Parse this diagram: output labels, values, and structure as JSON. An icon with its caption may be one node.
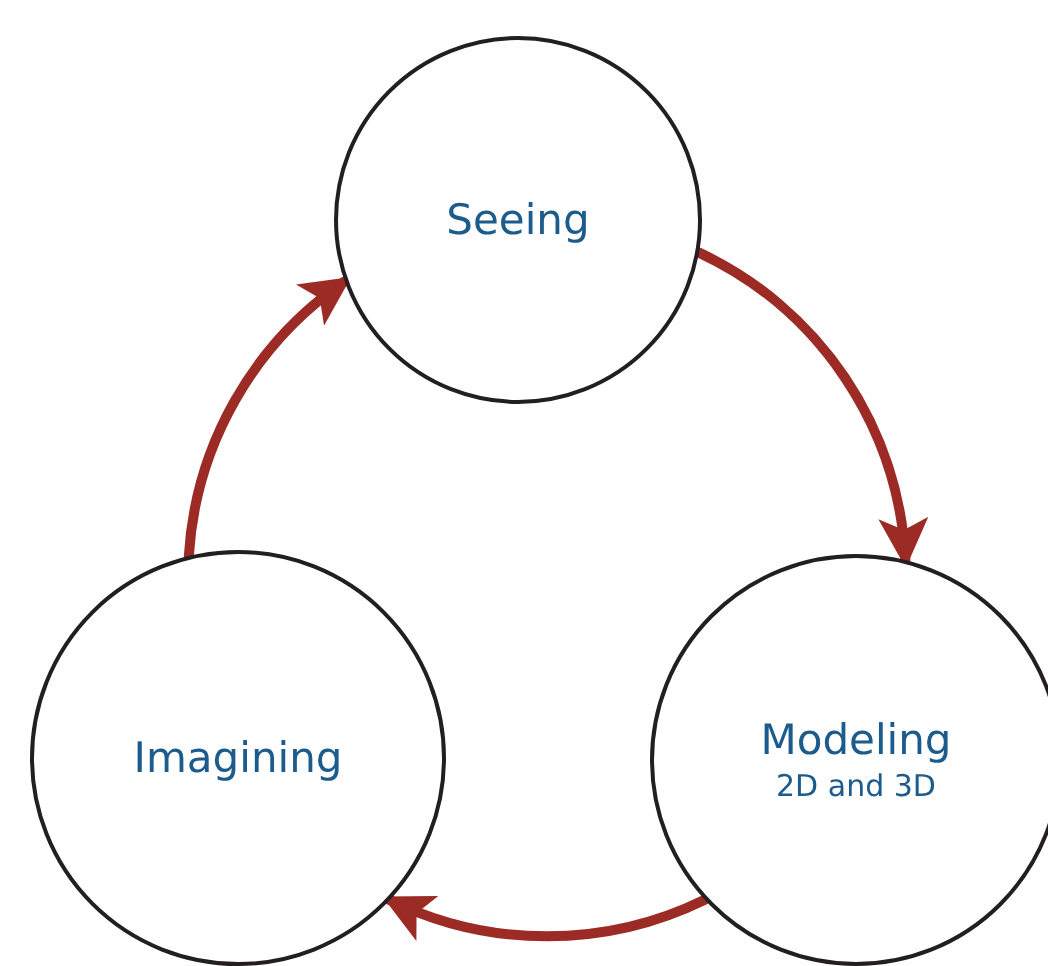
{
  "diagram": {
    "nodes": [
      {
        "text": [
          "Seeing"
        ]
      },
      {
        "text": [
          "Modeling",
          "2D and 3D"
        ]
      },
      {
        "text": [
          "Imagining"
        ]
      }
    ],
    "edges": [
      {
        "from": 0,
        "to": 1,
        "arrow": "to"
      },
      {
        "from": 1,
        "to": 2,
        "arrow": "to"
      },
      {
        "from": 2,
        "to": 0,
        "arrow": "to"
      }
    ]
  }
}
